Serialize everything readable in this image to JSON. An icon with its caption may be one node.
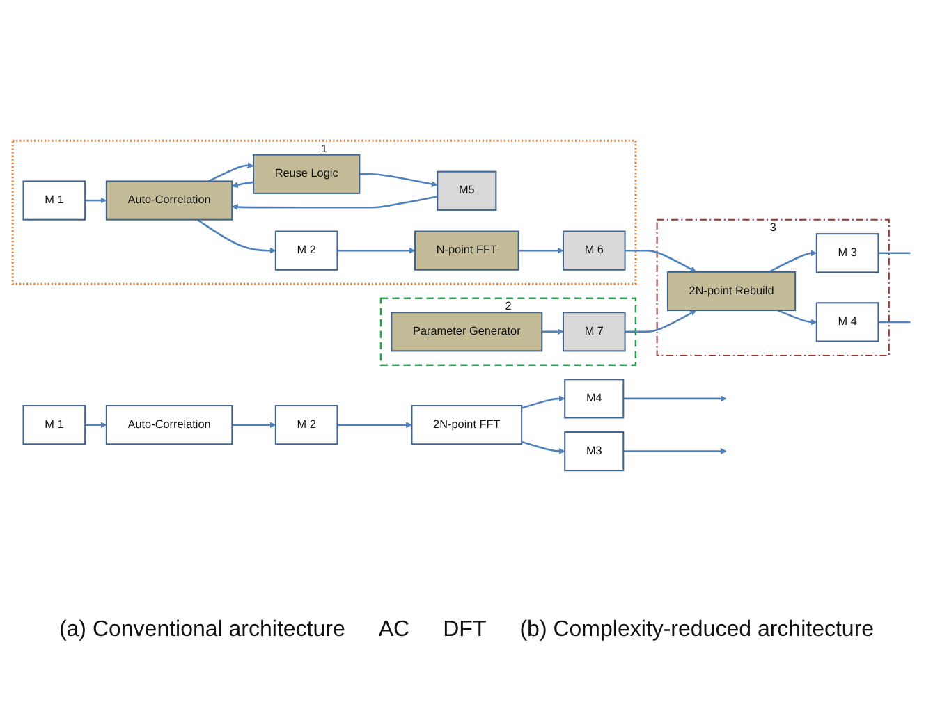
{
  "diagram": {
    "nodes": [
      {
        "text": [
          "M 1"
        ]
      },
      {
        "text": [
          "Auto-Correlation"
        ]
      },
      {
        "text": [
          "M 2"
        ]
      },
      {
        "text": [
          "2N-point FFT"
        ]
      },
      {
        "text": [
          "M3"
        ]
      },
      {
        "text": [
          "M4"
        ]
      },
      {
        "text": [
          "1"
        ]
      },
      {
        "text": [
          "M 1"
        ],
        "in": 6
      },
      {
        "text": [
          "Auto-Correlation"
        ],
        "in": 6
      },
      {
        "text": [
          "Reuse Logic"
        ],
        "in": 6
      },
      {
        "text": [
          "M5"
        ],
        "in": 6
      },
      {
        "text": [
          "M 2"
        ],
        "in": 6
      },
      {
        "text": [
          "N-point FFT"
        ],
        "in": 6
      },
      {
        "text": [
          "M 6"
        ],
        "in": 6
      },
      {
        "text": [
          "2"
        ]
      },
      {
        "text": [
          "Parameter Generator"
        ],
        "in": 14
      },
      {
        "text": [
          "M 7"
        ],
        "in": 14
      },
      {
        "text": [
          "3"
        ]
      },
      {
        "text": [
          "2N-point Rebuild"
        ],
        "in": 17
      },
      {
        "text": [
          "M 3"
        ],
        "in": 17
      },
      {
        "text": [
          "M 4"
        ],
        "in": 17
      }
    ],
    "edges": [
      {
        "from": 0,
        "to": 1,
        "arrow": "to"
      },
      {
        "from": 1,
        "to": 2,
        "arrow": "to"
      },
      {
        "from": 2,
        "to": 3,
        "arrow": "to"
      },
      {
        "from": 3,
        "to": 4,
        "arrow": "to"
      },
      {
        "from": 3,
        "to": 5,
        "arrow": "to"
      },
      {
        "from": 4,
        "to": null,
        "arrow": "to"
      },
      {
        "from": 5,
        "to": null,
        "arrow": "to"
      },
      {
        "from": 7,
        "to": 8,
        "arrow": "to"
      },
      {
        "from": 8,
        "to": 9,
        "arrow": "to"
      },
      {
        "from": 9,
        "to": 8,
        "arrow": "to"
      },
      {
        "from": 9,
        "to": 10,
        "arrow": "to"
      },
      {
        "from": 10,
        "to": 8,
        "arrow": "to"
      },
      {
        "from": 8,
        "to": 11,
        "arrow": "to"
      },
      {
        "from": 11,
        "to": 12,
        "arrow": "to"
      },
      {
        "from": 12,
        "to": 13,
        "arrow": "to"
      },
      {
        "from": 13,
        "to": 18,
        "arrow": "to"
      },
      {
        "from": 15,
        "to": 16,
        "arrow": "to"
      },
      {
        "from": 16,
        "to": 18,
        "arrow": "to"
      },
      {
        "from": 18,
        "to": 19,
        "arrow": "to"
      },
      {
        "from": 18,
        "to": 20,
        "arrow": "to"
      },
      {
        "from": 19,
        "to": null,
        "arrow": "none"
      },
      {
        "from": 20,
        "to": null,
        "arrow": "none"
      }
    ],
    "labels": [
      "(a) Conventional architecture",
      "AC",
      "DFT",
      "(b) Complexity-reduced architecture"
    ]
  }
}
